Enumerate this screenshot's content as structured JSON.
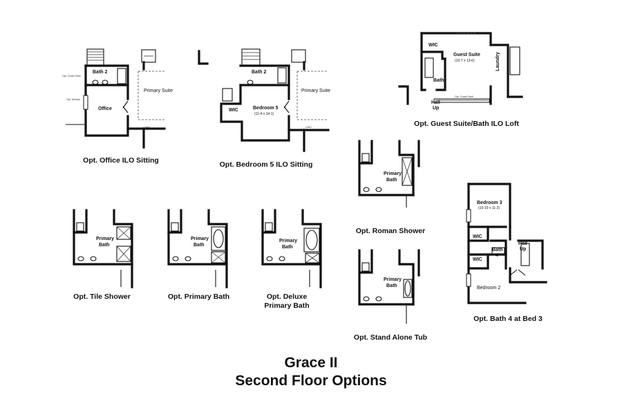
{
  "title": {
    "line1": "Grace II",
    "line2": "Second Floor Options"
  },
  "plans": {
    "office": {
      "caption": "Opt. Office ILO Sitting",
      "room_bath": "Bath 2",
      "room_office": "Office",
      "room_suite": "Primary Suite",
      "small_a": "Opt. Closet Shelf",
      "small_b": "Opt. Window",
      "small_c": "Linen"
    },
    "bedroom5": {
      "caption": "Opt. Bedroom 5 ILO Sitting",
      "room_bath": "Bath 2",
      "room_wic": "WIC",
      "room_bed": "Bedroom 5",
      "room_bed_dim": "(11-4 x 14-1)",
      "room_suite": "Primary Suite",
      "small_a": "Linen"
    },
    "guest": {
      "caption": "Opt. Guest Suite/Bath ILO Loft",
      "room_wic": "WIC",
      "room_suite": "Guest Suite",
      "room_suite_dim": "(10-7 x 13-6)",
      "room_bath": "Bath",
      "room_laundry": "Laundry",
      "room_hall_1": "Hall",
      "room_hall_2": "Up",
      "small_a": "Opt. Closet Shelf"
    },
    "tile": {
      "caption": "Opt. Tile Shower",
      "room_1": "Primary",
      "room_2": "Bath"
    },
    "primary": {
      "caption": "Opt. Primary Bath",
      "room_1": "Primary",
      "room_2": "Bath"
    },
    "deluxe": {
      "caption_1": "Opt. Deluxe",
      "caption_2": "Primary Bath",
      "room_1": "Primary",
      "room_2": "Bath"
    },
    "roman": {
      "caption": "Opt. Roman Shower",
      "room_1": "Primary",
      "room_2": "Bath"
    },
    "standalone": {
      "caption": "Opt. Stand Alone Tub",
      "room_1": "Primary",
      "room_2": "Bath"
    },
    "bath4": {
      "caption": "Opt. Bath 4 at Bed 3",
      "room_bed3": "Bedroom 3",
      "room_bed3_dim": "(10-10 x 11-2)",
      "room_wic_1": "WIC",
      "room_wic_2": "WIC",
      "room_bath_1": "Bath",
      "room_bath_2": "4",
      "room_hall_1": "Hall",
      "room_hall_2": "Up",
      "room_bed2": "Bedroom 2"
    }
  }
}
